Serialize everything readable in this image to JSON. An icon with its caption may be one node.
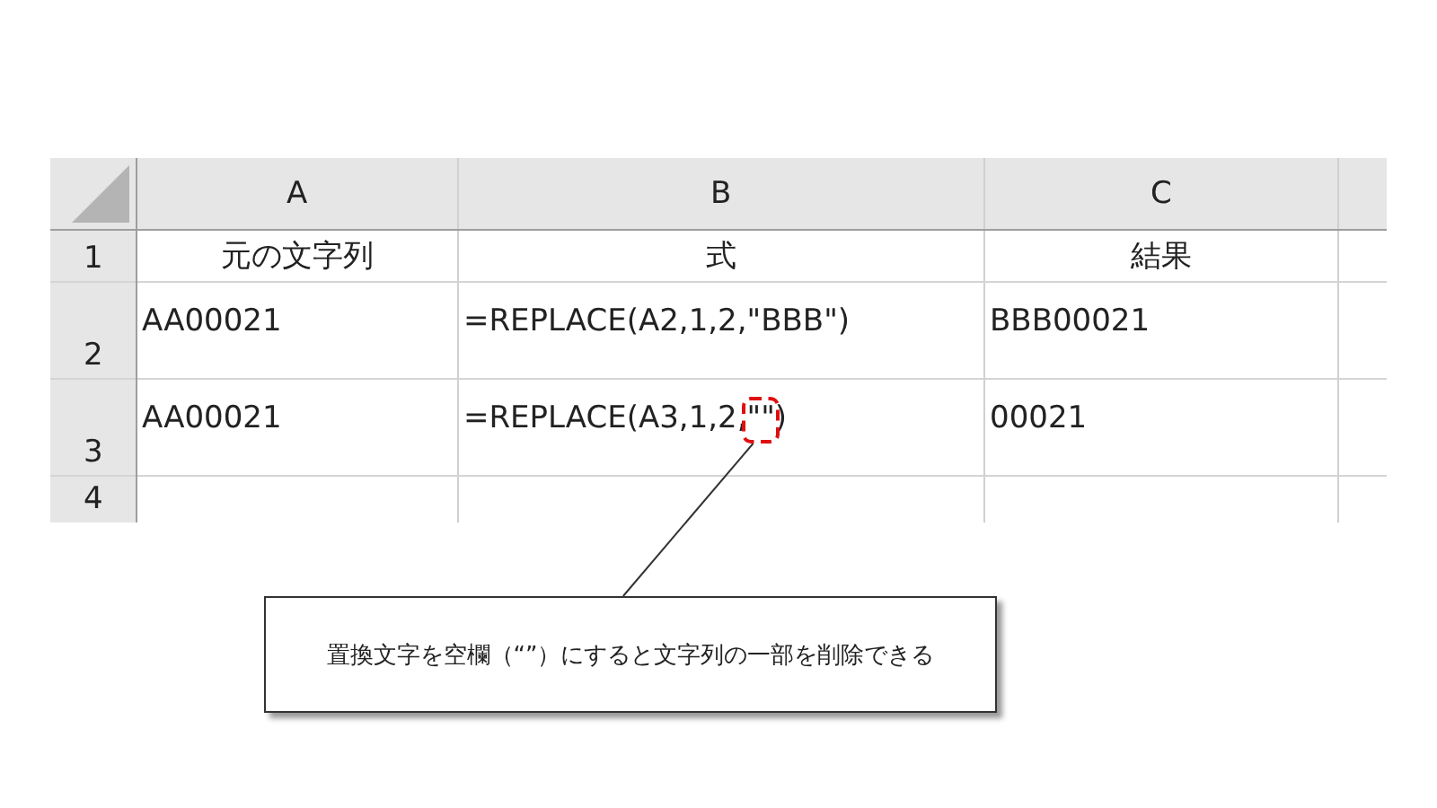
{
  "diagram": {
    "nodes": [
      {
        "text": [
          "置換文字を空欄（“”）にすると文字列の一部を削除できる"
        ]
      },
      {
        "text": [],
        "shape": "box"
      }
    ],
    "edges": [
      {
        "from": 0,
        "to": 1,
        "arrow": "none"
      }
    ],
    "labels": [
      "A",
      "B",
      "C",
      "1",
      "元の文字列",
      "式",
      "結果",
      "2",
      "AA00021",
      "=REPLACE(A2,1,2,\"BBB\")",
      "BBB00021",
      "3",
      "AA00021",
      "=REPLACE(A3,1,2,\"\")",
      "00021",
      "4"
    ]
  }
}
